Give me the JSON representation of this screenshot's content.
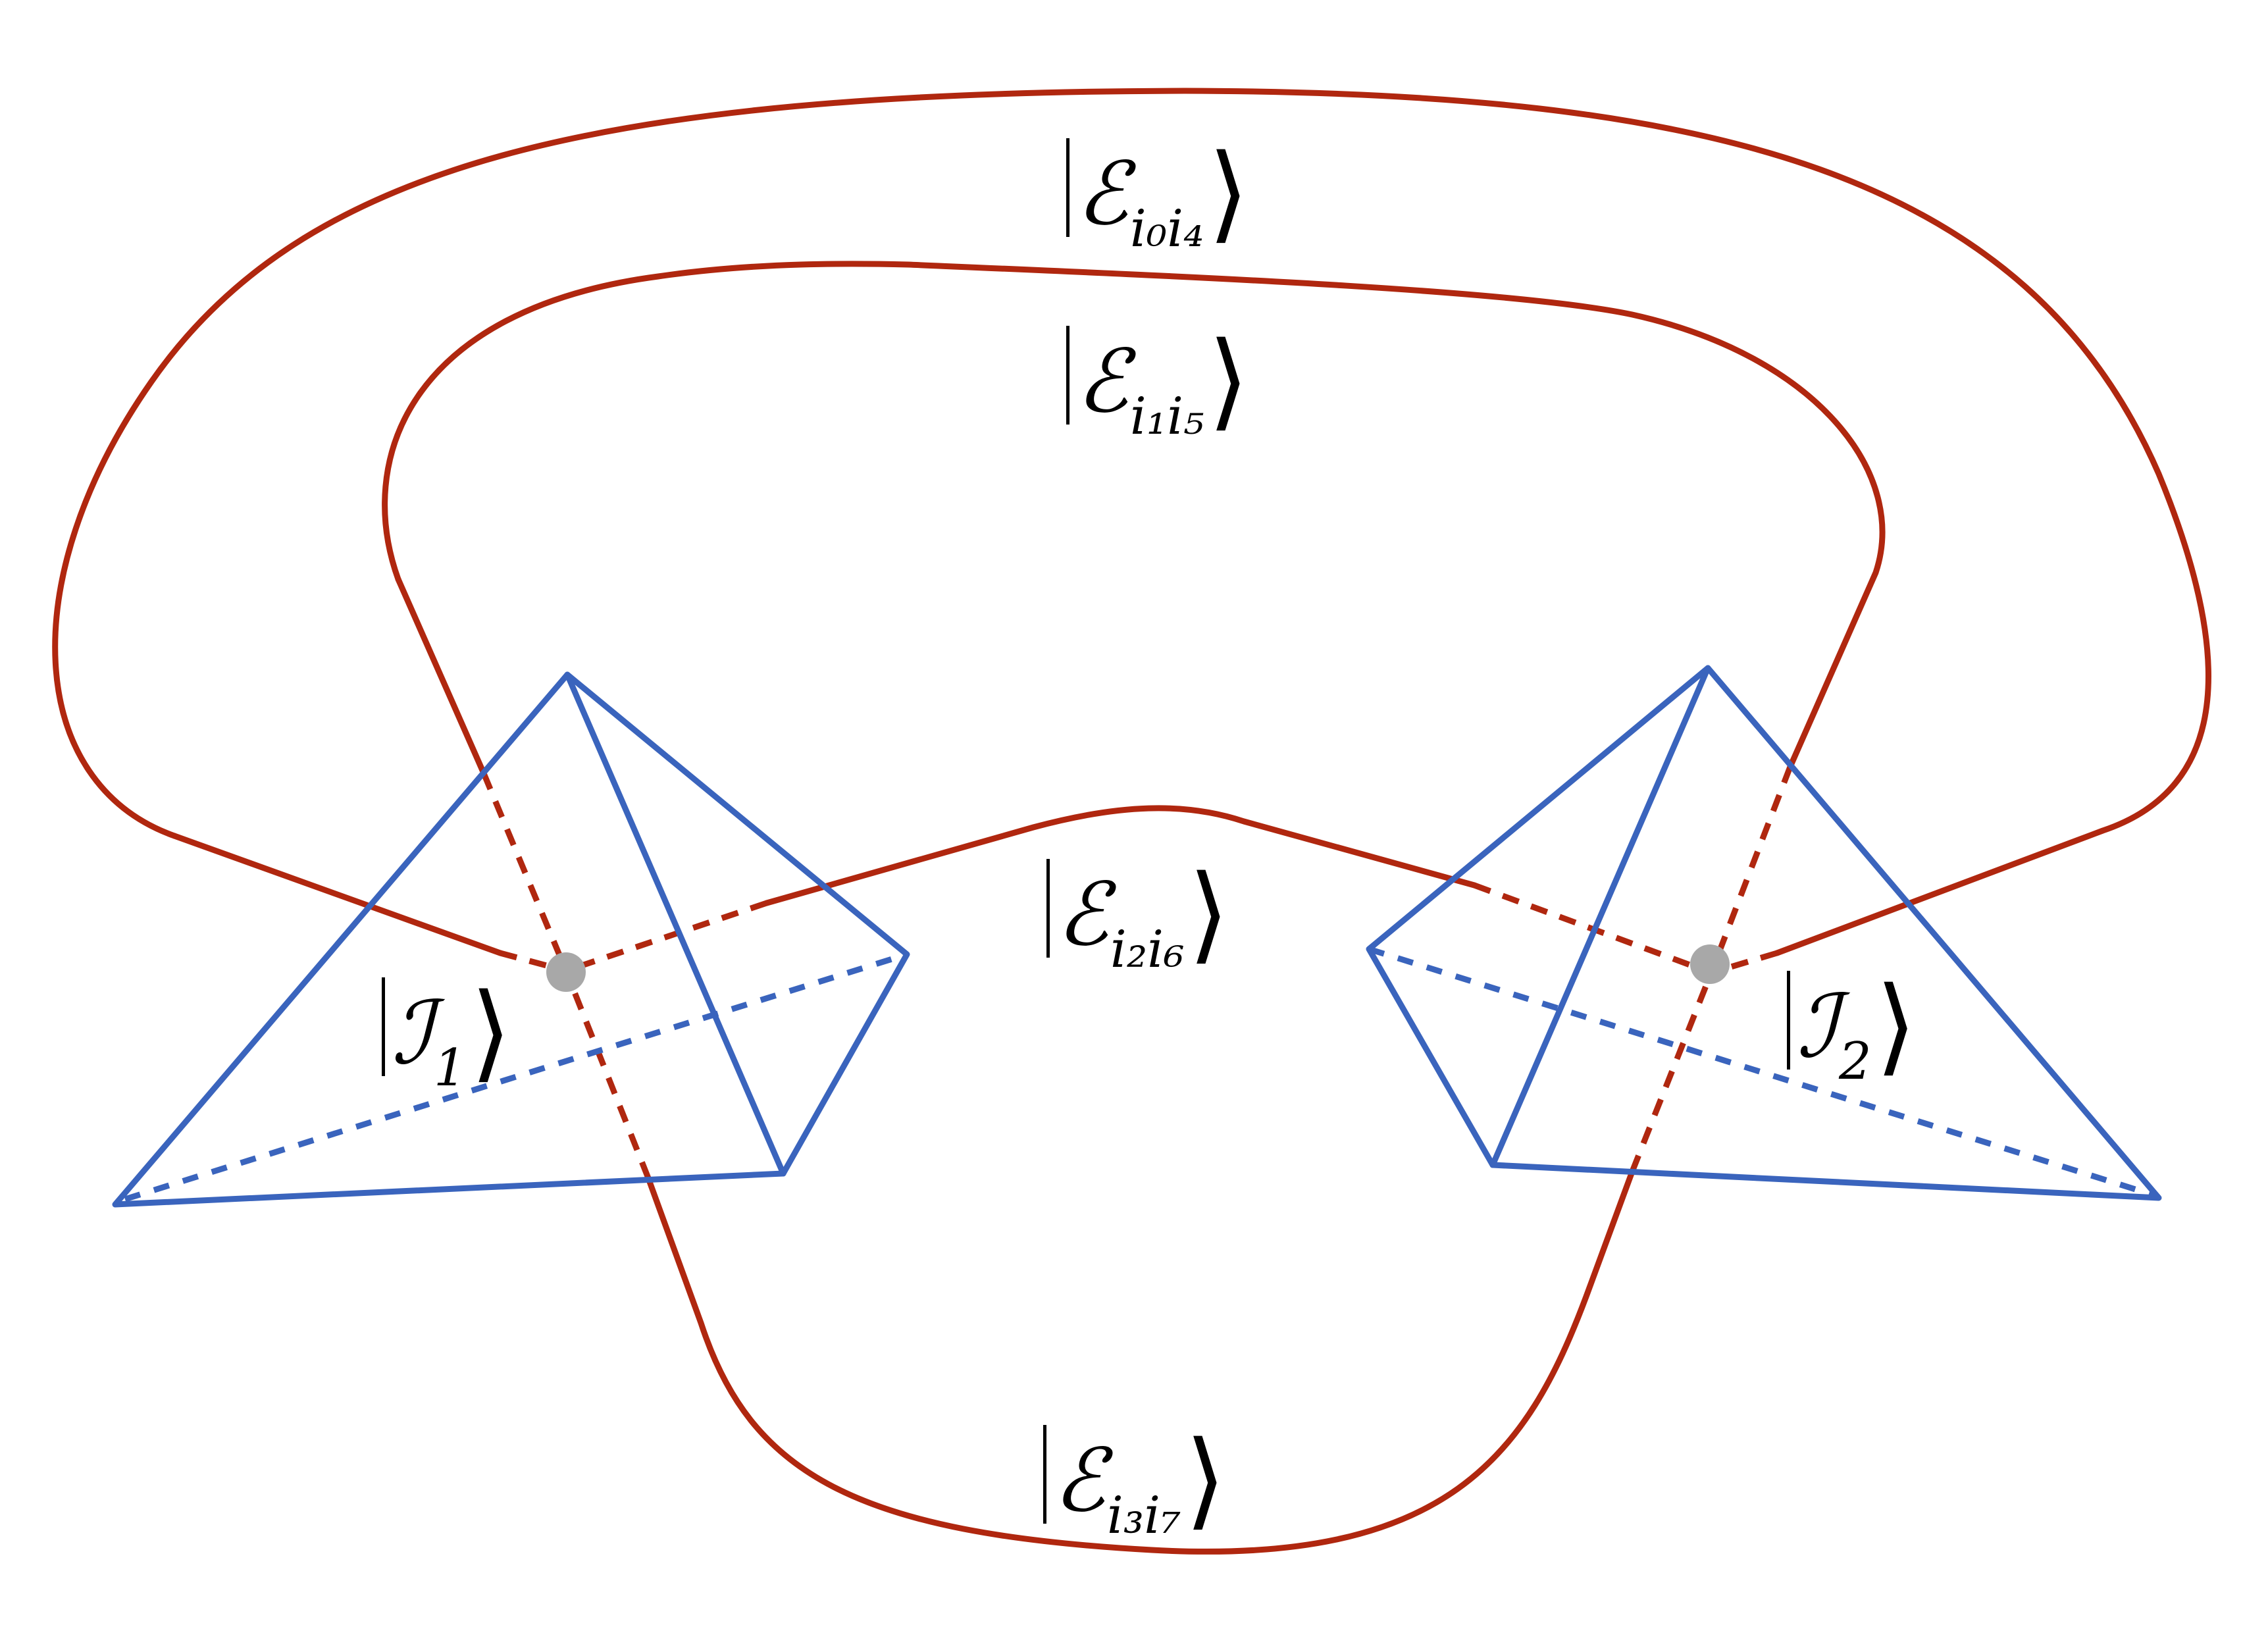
{
  "labels": {
    "e04": {
      "symbol": "ℰ",
      "sub": "i₀i₄"
    },
    "e15": {
      "symbol": "ℰ",
      "sub": "i₁i₅"
    },
    "e26": {
      "symbol": "ℰ",
      "sub": "i₂i₆"
    },
    "e37": {
      "symbol": "ℰ",
      "sub": "i₃i₇"
    },
    "i1": {
      "symbol": "ℐ",
      "sub": "1"
    },
    "i2": {
      "symbol": "ℐ",
      "sub": "2"
    }
  },
  "ket_open": "|",
  "ket_close": "⟩",
  "colors": {
    "entanglement_line": "#b0270f",
    "tetrahedron": "#3a64bd",
    "node": "#a8a8a8"
  }
}
